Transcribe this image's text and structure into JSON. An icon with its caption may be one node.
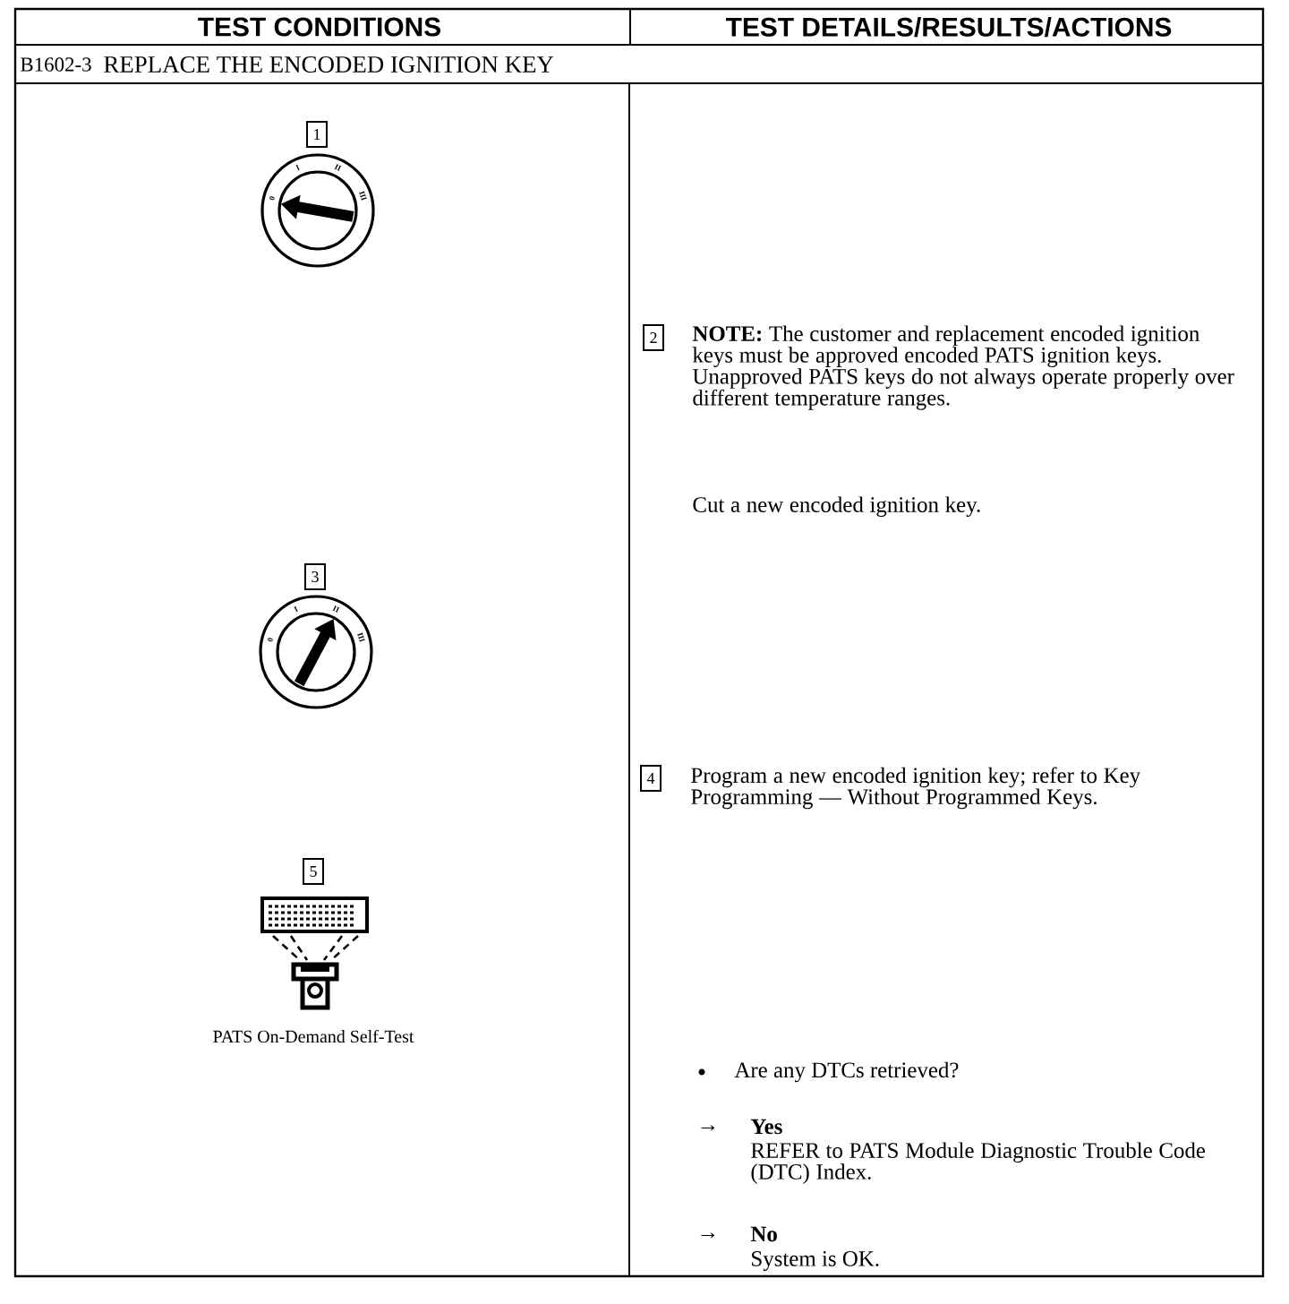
{
  "diagram": {
    "nodes": [
      {
        "text": [
          "1"
        ]
      },
      {
        "text": [
          "2"
        ]
      },
      {
        "text": [
          "3"
        ]
      },
      {
        "text": [
          "4"
        ]
      },
      {
        "text": [
          "5"
        ]
      }
    ],
    "labels": [
      "TEST CONDITIONS",
      "TEST DETAILS/RESULTS/ACTIONS",
      "B1602-3",
      "REPLACE THE ENCODED IGNITION KEY",
      "0",
      "I",
      "II",
      "III",
      "**NOTE:** The customer and replacement encoded ignition keys must be approved encoded PATS ignition keys. Unapproved PATS keys do not always operate properly over different temperature ranges.",
      "Cut a new encoded ignition key.",
      "0",
      "I",
      "II",
      "III",
      "Program a new encoded ignition key; refer to Key Programming — Without Programmed Keys.",
      "PATS On-Demand Self-Test",
      "Are any DTCs retrieved?",
      "→",
      "Yes",
      "REFER to PATS Module Diagnostic Trouble Code (DTC) Index.",
      "→",
      "No",
      "System is OK."
    ]
  }
}
